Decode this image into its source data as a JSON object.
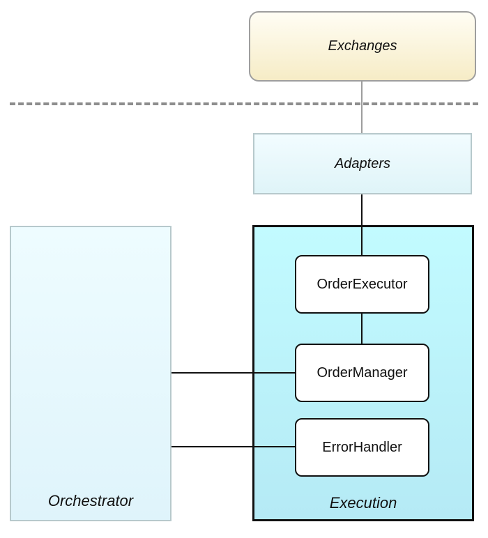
{
  "diagram": {
    "exchanges": "Exchanges",
    "adapters": "Adapters",
    "orchestrator": "Orchestrator",
    "execution": "Execution",
    "order_executor": "OrderExecutor",
    "order_manager": "OrderManager",
    "error_handler": "ErrorHandler"
  },
  "colors": {
    "exchanges_fill": "#f6ecc6",
    "adapters_fill": "#dff4f8",
    "orchestrator_fill": "#dff4fb",
    "execution_fill": "#b5eaf5",
    "connector_line": "#111111",
    "separator_line": "#8d8d8d"
  }
}
